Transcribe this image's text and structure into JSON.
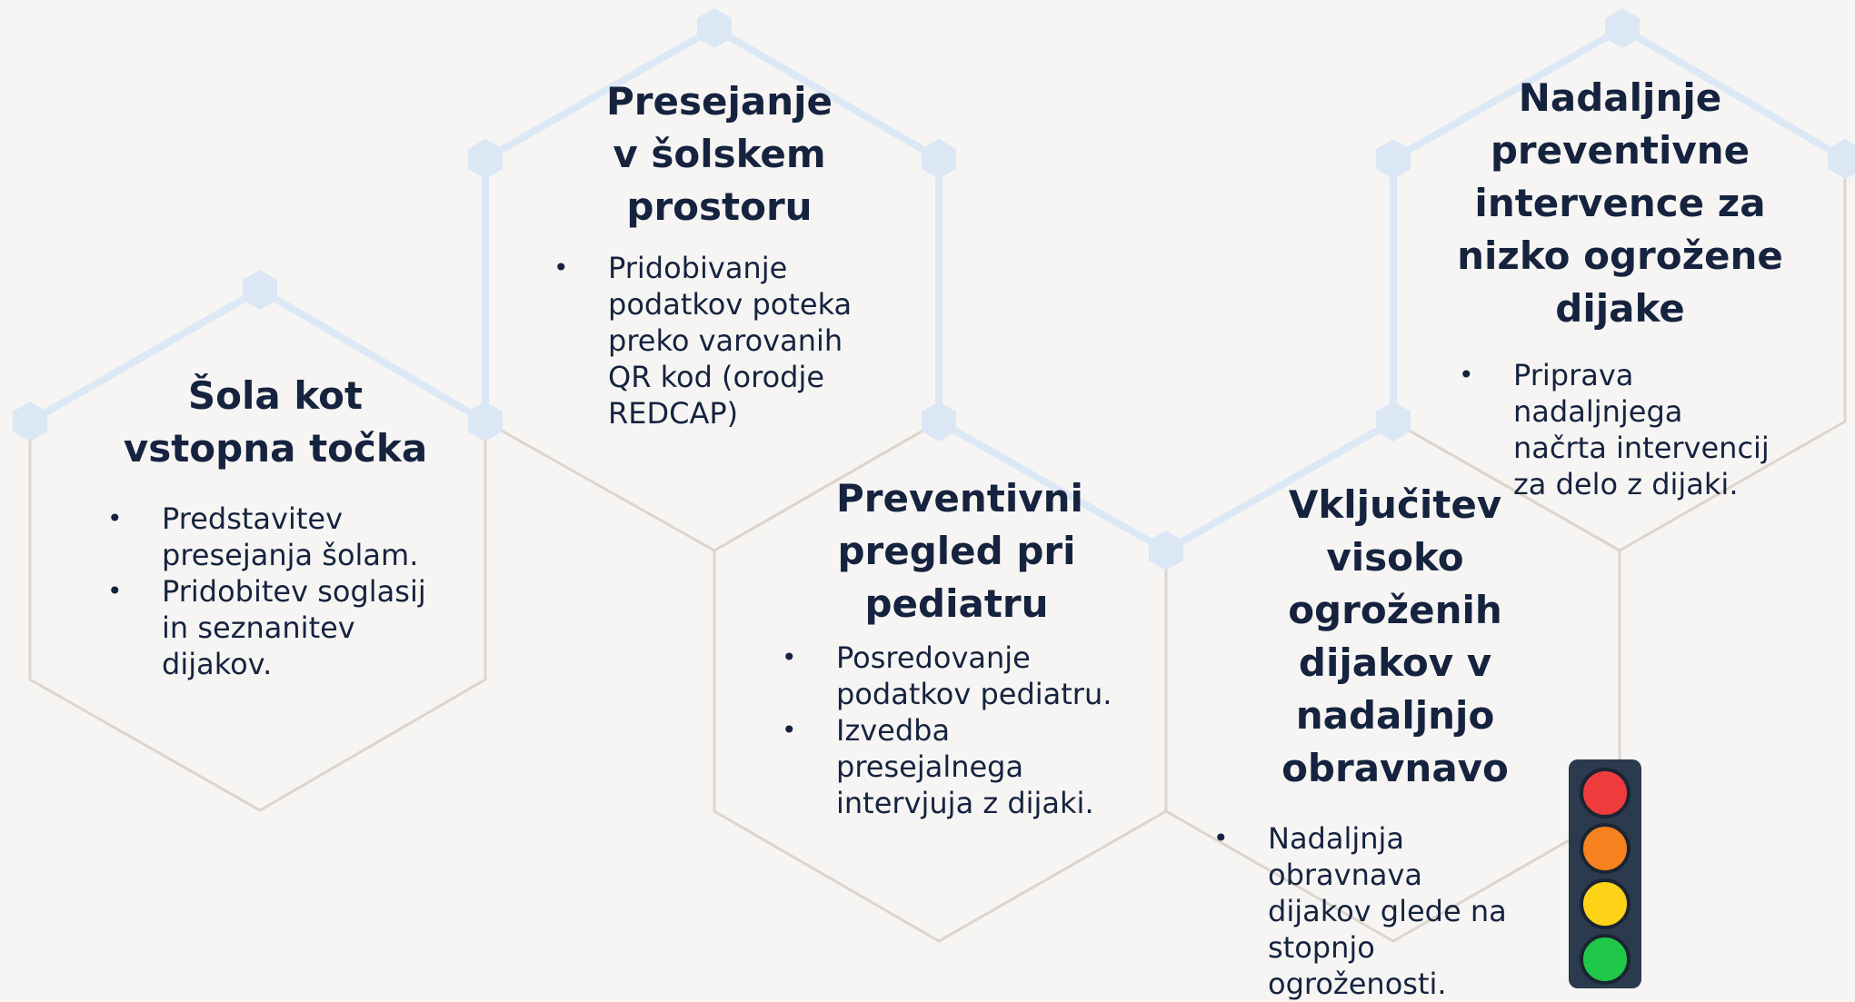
{
  "colors": {
    "background": "#f7f5f3",
    "hex_outline_beige": "#ddd5cc",
    "hex_outline_blue": "#dce8f5",
    "node_blue": "#dbe7f4",
    "text_dark": "#15233f",
    "light_housing": "#2b3a4e",
    "light_red": "#ef3b3b",
    "light_orange": "#f5821f",
    "light_yellow": "#fcd319",
    "light_green": "#1fc848"
  },
  "steps": [
    {
      "title": "Šola kot vstopna točka",
      "bullets": [
        "Predstavitev presejanja šolam.",
        "Pridobitev soglasij in seznanitev dijakov."
      ]
    },
    {
      "title": "Presejanje v šolskem prostoru",
      "bullets": [
        "Pridobivanje podatkov poteka preko varovanih QR kod (orodje REDCAP)"
      ]
    },
    {
      "title": "Preventivni pregled pri pediatru",
      "bullets": [
        "Posredovanje podatkov pediatru.",
        "Izvedba presejalnega intervjuja z dijaki."
      ]
    },
    {
      "title": "Vključitev visoko ogroženih dijakov v nadaljnjo obravnavo",
      "bullets": [
        "Nadaljnja obravnava dijakov glede na stopnjo ogroženosti."
      ]
    },
    {
      "title": "Nadaljnje preventivne intervence za nizko ogrožene dijake",
      "bullets": [
        "Priprava nadaljnjega načrta intervencij za delo z dijaki."
      ]
    }
  ],
  "traffic_light": {
    "icon": "traffic-light-icon",
    "lamps": [
      "red",
      "orange",
      "yellow",
      "green"
    ]
  }
}
